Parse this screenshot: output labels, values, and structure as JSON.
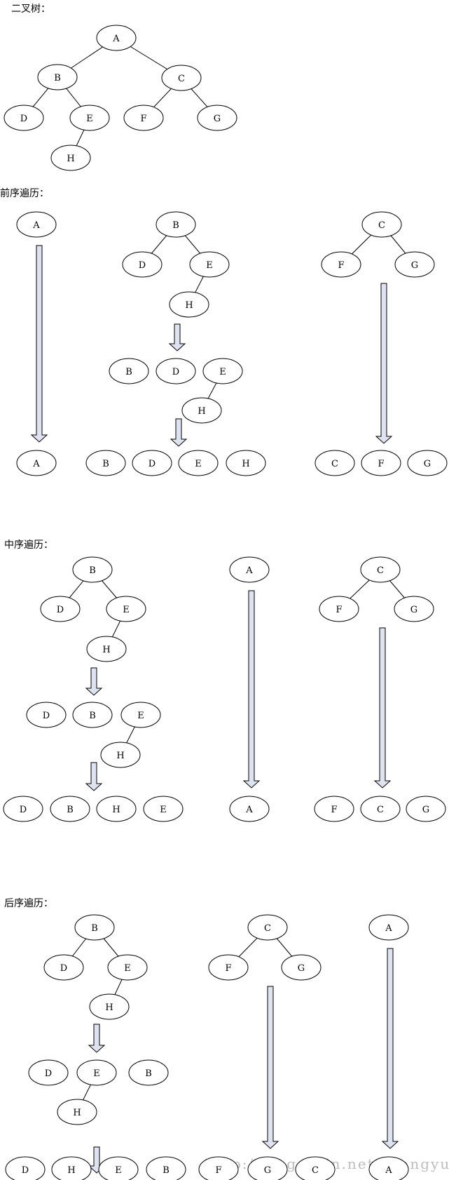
{
  "headings": {
    "tree": "二叉树：",
    "preorder": "前序遍历：",
    "inorder": "中序遍历：",
    "postorder": "后序遍历："
  },
  "watermark": "http://blog.csdn.net/changyuanchn",
  "colors": {
    "stroke": "#000000",
    "arrow_fill": "#dde3f0",
    "background": "#ffffff"
  },
  "nodes": {
    "t_A": "A",
    "t_B": "B",
    "t_C": "C",
    "t_D": "D",
    "t_E": "E",
    "t_F": "F",
    "t_G": "G",
    "t_H": "H",
    "p1_A": "A",
    "p1_A2": "A",
    "p2_B": "B",
    "p2_D": "D",
    "p2_E": "E",
    "p2_H": "H",
    "p2b_B": "B",
    "p2b_D": "D",
    "p2b_E": "E",
    "p2b_H": "H",
    "p2c_B": "B",
    "p2c_D": "D",
    "p2c_E": "E",
    "p2c_H": "H",
    "p3_C": "C",
    "p3_F": "F",
    "p3_G": "G",
    "p3b_C": "C",
    "p3b_F": "F",
    "p3b_G": "G",
    "i1_B": "B",
    "i1_D": "D",
    "i1_E": "E",
    "i1_H": "H",
    "i1b_D": "D",
    "i1b_B": "B",
    "i1b_E": "E",
    "i1b_H": "H",
    "i1c_D": "D",
    "i1c_B": "B",
    "i1c_H": "H",
    "i1c_E": "E",
    "i2_A": "A",
    "i2_A2": "A",
    "i3_C": "C",
    "i3_F": "F",
    "i3_G": "G",
    "i3b_F": "F",
    "i3b_C": "C",
    "i3b_G": "G",
    "o1_B": "B",
    "o1_D": "D",
    "o1_E": "E",
    "o1_H": "H",
    "o1b_D": "D",
    "o1b_E": "E",
    "o1b_B": "B",
    "o1b_H": "H",
    "o1c_D": "D",
    "o1c_H": "H",
    "o1c_E": "E",
    "o1c_B": "B",
    "o2_C": "C",
    "o2_F": "F",
    "o2_G": "G",
    "o2b_F": "F",
    "o2b_G": "G",
    "o2b_C": "C",
    "o3_A": "A",
    "o3_A2": "A"
  }
}
